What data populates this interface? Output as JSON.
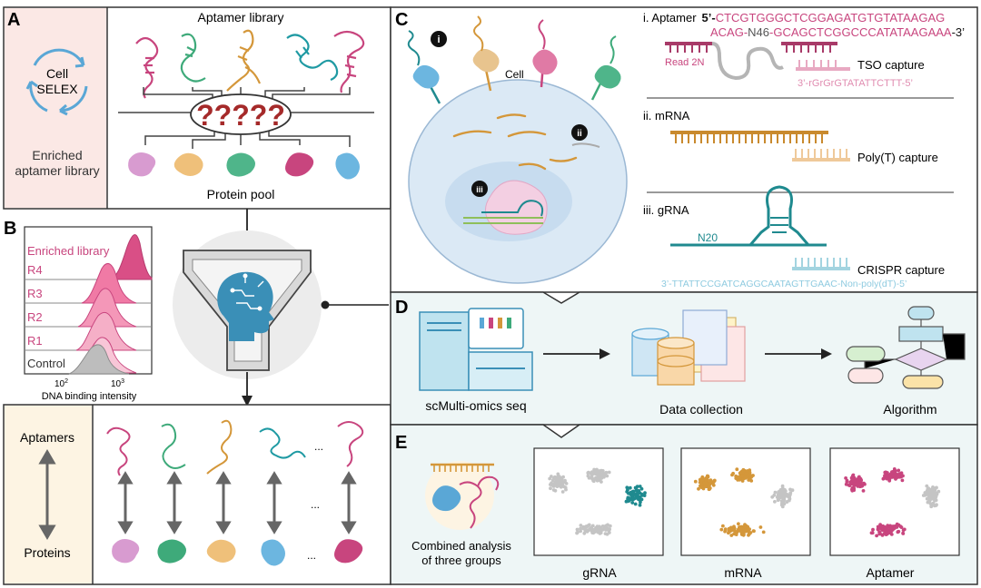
{
  "panelA": {
    "letter": "A",
    "cycle_line1": "Cell",
    "cycle_line2": "SELEX",
    "enriched_line1": "Enriched",
    "enriched_line2": "aptamer library",
    "library_title": "Aptamer library",
    "question": "?????",
    "protein_pool": "Protein pool"
  },
  "panelB": {
    "letter": "B",
    "rows": [
      "Enriched library",
      "R4",
      "R3",
      "R2",
      "R1",
      "Control"
    ],
    "tick_low": "10",
    "tick_low_exp": "2",
    "tick_high": "10",
    "tick_high_exp": "3",
    "xlabel": "DNA binding intensity"
  },
  "panelPairs": {
    "aptamers": "Aptamers",
    "proteins": "Proteins",
    "ellipsis": "..."
  },
  "panelC": {
    "letter": "C",
    "marker_i": "i",
    "marker_ii": "ii",
    "marker_iii": "iii",
    "cell": "Cell",
    "aptamer_head": "i. Aptamer",
    "aptamer_seq1_prefix": "5’-",
    "aptamer_seq1": "CTCGTGGGCTCGGAGATGTGTATAAGAG",
    "aptamer_seq2_a": "ACAG-",
    "aptamer_seq2_n": "N46",
    "aptamer_seq2_b": "-GCAGCTCGGCCCATATAAGAAA",
    "aptamer_seq2_suffix": "-3’",
    "read2n": "Read 2N",
    "tso": "TSO capture",
    "tso_seq": "3’-rGrGrGTATATTCTTT-5’",
    "mrna_head": "ii. mRNA",
    "polyt": "Poly(T) capture",
    "grna_head": "iii. gRNA",
    "n20": "N20",
    "crispr": "CRISPR capture",
    "crispr_seq": "3’-TTATTCCGATCAGGCAATAGTTGAAC-Non-poly(dT)-5’"
  },
  "panelD": {
    "letter": "D",
    "seq": "scMulti-omics seq",
    "data": "Data collection",
    "algo": "Algorithm"
  },
  "panelE": {
    "letter": "E",
    "combined_line1": "Combined analysis",
    "combined_line2": "of three groups",
    "grna": "gRNA",
    "mrna": "mRNA",
    "aptamer": "Aptamer"
  },
  "colors": {
    "pink": "#c8457e",
    "teal": "#1f8a8f",
    "orange": "#d4973a",
    "green": "#3eaa7a",
    "blue": "#5aa7d6",
    "grey": "#c4c4c4",
    "lavender": "#c58ec7",
    "brain_blue": "#3a8fb7"
  }
}
